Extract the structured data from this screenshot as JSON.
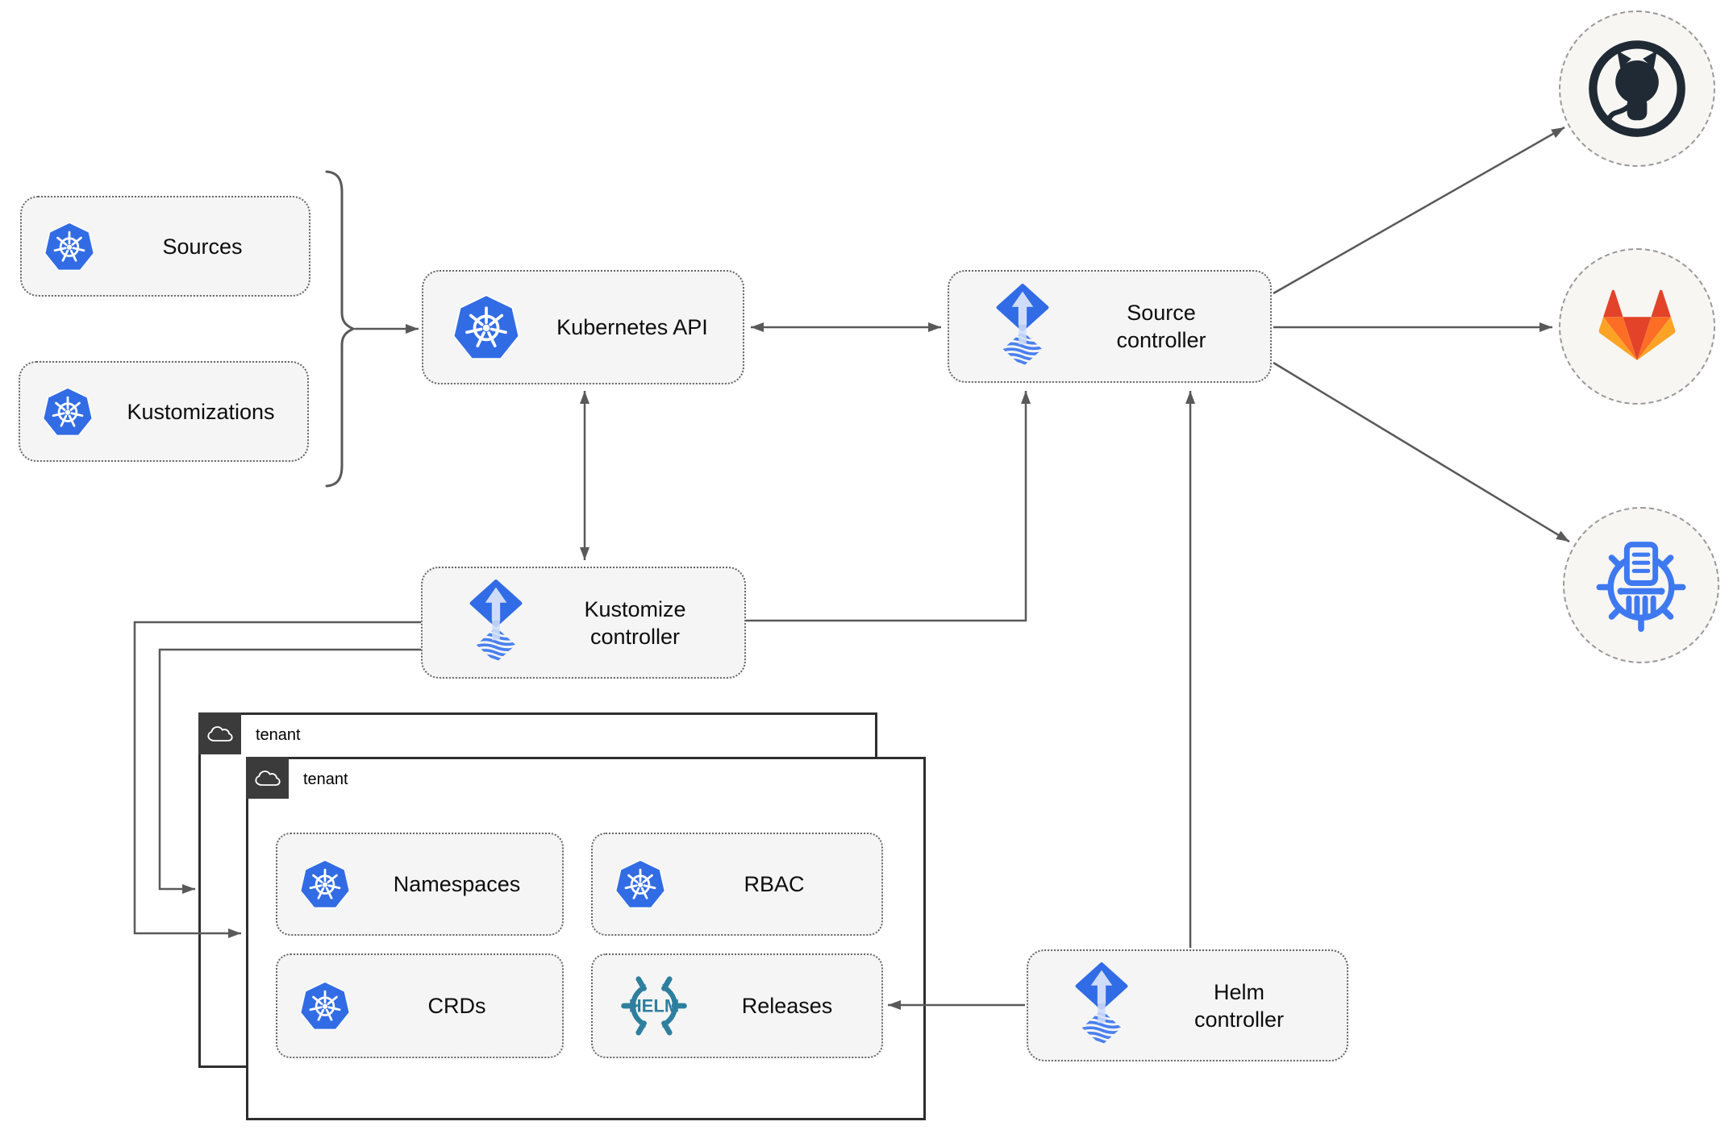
{
  "nodes": {
    "sources": {
      "label": "Sources",
      "icon": "kubernetes"
    },
    "kustomizations": {
      "label": "Kustomizations",
      "icon": "kubernetes"
    },
    "kubernetes_api": {
      "label": "Kubernetes API",
      "icon": "kubernetes"
    },
    "source_controller": {
      "line1": "Source",
      "line2": "controller",
      "icon": "flux"
    },
    "kustomize_controller": {
      "line1": "Kustomize",
      "line2": "controller",
      "icon": "flux"
    },
    "helm_controller": {
      "line1": "Helm",
      "line2": "controller",
      "icon": "flux"
    }
  },
  "tenants": {
    "back": {
      "label": "tenant",
      "icon": "cloud"
    },
    "front": {
      "label": "tenant",
      "icon": "cloud"
    }
  },
  "tenant_items": {
    "namespaces": {
      "label": "Namespaces",
      "icon": "kubernetes"
    },
    "rbac": {
      "label": "RBAC",
      "icon": "kubernetes"
    },
    "crds": {
      "label": "CRDs",
      "icon": "kubernetes"
    },
    "releases": {
      "label": "Releases",
      "icon": "helm"
    }
  },
  "endpoints": {
    "github": {
      "icon": "github-octocat"
    },
    "gitlab": {
      "icon": "gitlab-tanuki"
    },
    "chartmuseum": {
      "icon": "chartmuseum-wheel"
    }
  },
  "icons": {
    "helm_wordmark": "HELM"
  },
  "colors": {
    "kubernetes_blue": "#326CE5",
    "flux_blue": "#316CE6",
    "flux_light": "#cfdcf9",
    "flux_wave": "#4a80ee",
    "helm_teal": "#2E7F9E",
    "github_dark": "#1f2a35",
    "gitlab_red": "#E24329",
    "gitlab_orange": "#FC6D26",
    "gitlab_amber": "#FCA326",
    "chartmuseum_blue": "#3E79F0",
    "node_fill": "#f5f5f5",
    "node_border": "#666666",
    "arrow_gray": "#595959",
    "tenant_dark": "#3b3b3b"
  }
}
